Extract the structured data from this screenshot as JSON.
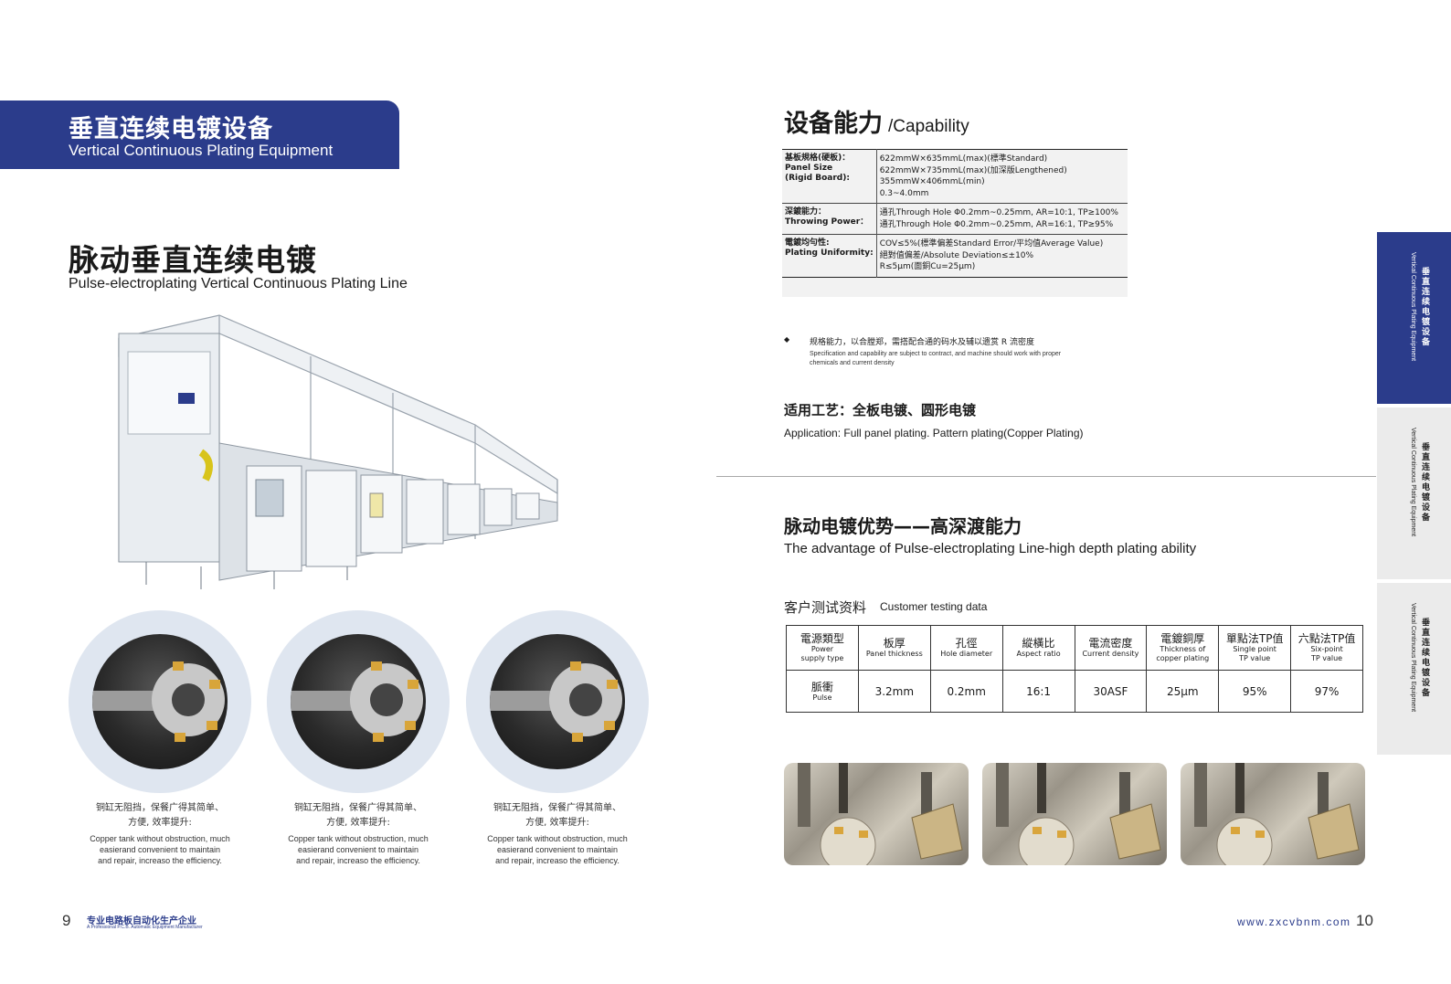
{
  "left_page": {
    "header": {
      "title_zh": "垂直连续电镀设备",
      "title_en": "Vertical Continuous Plating Equipment"
    },
    "product": {
      "title_zh": "脉动垂直连续电镀",
      "title_en": "Pulse-electroplating Vertical Continuous Plating Line"
    },
    "features": [
      {
        "zh_line1": "铜缸无阻挡，保餐广得其简单、",
        "zh_line2": "方便, 效率提升:",
        "en_line1": "Copper tank without obstruction, much",
        "en_line2": "easierand convenient to maintain",
        "en_line3": "and repair, increaso the efficiency."
      },
      {
        "zh_line1": "铜缸无阻挡，保餐广得其简单、",
        "zh_line2": "方便, 效率提升:",
        "en_line1": "Copper tank without obstruction, much",
        "en_line2": "easierand convenient to maintain",
        "en_line3": "and repair, increaso the efficiency."
      },
      {
        "zh_line1": "铜缸无阻挡，保餐广得其简单、",
        "zh_line2": "方便, 效率提升:",
        "en_line1": "Copper tank without obstruction, much",
        "en_line2": "easierand convenient to maintain",
        "en_line3": "and repair, increaso the efficiency."
      }
    ],
    "page_number": "9",
    "footer_zh": "专业电路板自动化生产企业",
    "footer_en": "A Professional P.C.B. Automatic Equipment Manufacturer"
  },
  "right_page": {
    "capability": {
      "title_zh": "设备能力",
      "title_en": "/Capability"
    },
    "spec_rows": [
      {
        "label": [
          "基板規格(硬板)：",
          "Panel Size",
          "(Rigid Board):"
        ],
        "lines": [
          "622mmW×635mmL(max)(標準Standard)",
          "622mmW×735mmL(max)(加深版Lengthened)",
          "355mmW×406mmL(min)",
          "0.3~4.0mm"
        ]
      },
      {
        "label": [
          "深鍍能力：",
          "Throwing Power："
        ],
        "lines": [
          "通孔Through Hole Φ0.2mm~0.25mm, AR=10:1, TP≥100%",
          "通孔Through Hole Φ0.2mm~0.25mm, AR=16:1, TP≥95%"
        ]
      },
      {
        "label": [
          "電鍍均勻性:",
          "Plating Uniformity:"
        ],
        "lines": [
          "COV≤5%(標準偏差Standard Error/平均值Average Value)",
          "絕對值偏差/Absolute Deviation≤±10%",
          "R≤5μm(面銅Cu=25μm)"
        ]
      }
    ],
    "note": {
      "bullet": "◆",
      "zh": "规格能力，以合膛郑，需搭配合通的码水及辅以遗赏 R 流密度",
      "en": "Specification and capability are subject to contract, and machine should work with proper chemicals and current density"
    },
    "application": {
      "zh": "适用工艺：全板电镀、圆形电镀",
      "en": "Application: Full panel plating. Pattern plating(Copper Plating)"
    },
    "advantage": {
      "zh": "脉动电镀优势——高深渡能力",
      "en": "The advantage of Pulse-electroplating Line-high depth plating ability"
    },
    "customer": {
      "zh": "客户测试资料",
      "en": "Customer testing data"
    },
    "test_table": {
      "headers": [
        {
          "zh": "電源類型",
          "en1": "Power",
          "en2": "supply type"
        },
        {
          "zh": "板厚",
          "en1": "Panel thickness",
          "en2": ""
        },
        {
          "zh": "孔徑",
          "en1": "Hole diameter",
          "en2": ""
        },
        {
          "zh": "縱橫比",
          "en1": "Aspect ratio",
          "en2": ""
        },
        {
          "zh": "電流密度",
          "en1": "Current density",
          "en2": ""
        },
        {
          "zh": "電鍍銅厚",
          "en1": "Thickness of",
          "en2": "copper plating"
        },
        {
          "zh": "單點法TP值",
          "en1": "Single point",
          "en2": "TP value"
        },
        {
          "zh": "六點法TP值",
          "en1": "Six-point",
          "en2": "TP value"
        }
      ],
      "row": {
        "type_zh": "脈衝",
        "type_en": "Pulse",
        "values": [
          "3.2mm",
          "0.2mm",
          "16:1",
          "30ASF",
          "25μm",
          "95%",
          "97%"
        ]
      }
    },
    "url": "www.zxcvbnm.com",
    "page_number": "10"
  },
  "side_tabs": [
    {
      "zh": "垂直连续电镀设备",
      "en": "Vertical Continuous Plating Equipment",
      "active": true
    },
    {
      "zh": "垂直连续电镀设备",
      "en": "Vertical Continuous Plating Equipment",
      "active": false
    },
    {
      "zh": "垂直连续电镀设备",
      "en": "Vertical Continuous Plating Equipment",
      "active": false
    }
  ],
  "colors": {
    "brand_blue": "#2b3c8b",
    "circle_ring": "#dfe6f0",
    "tab_inactive": "#ebebeb"
  }
}
